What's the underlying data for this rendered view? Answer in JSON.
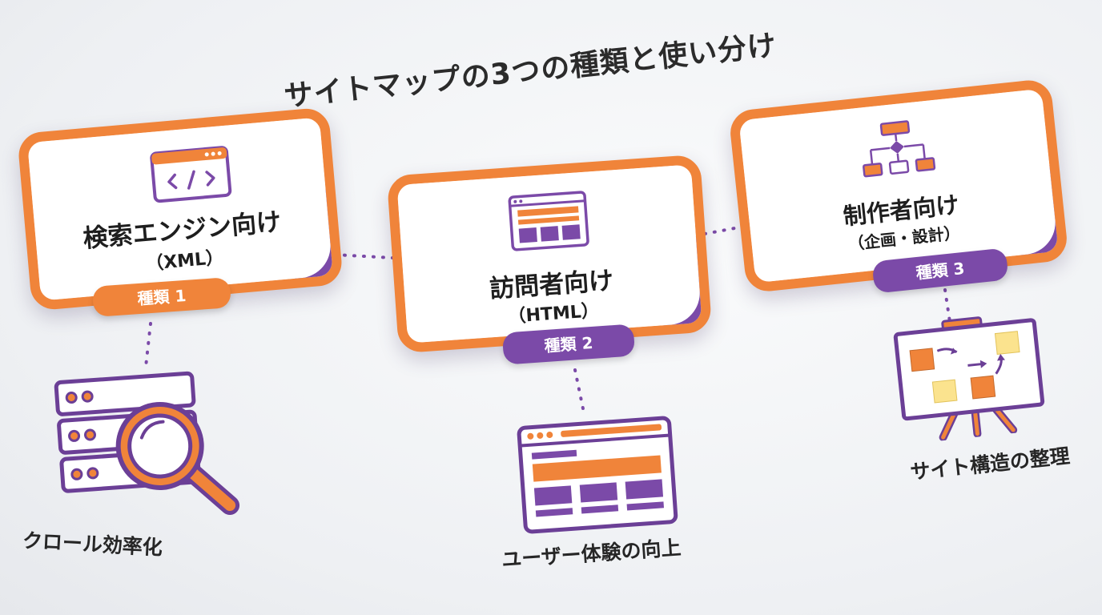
{
  "title": "サイトマップの3つの種類と使い分け",
  "colors": {
    "orange": "#f0843a",
    "purple": "#7b4aa8",
    "yellow": "#fbe38e",
    "text": "#1e1e1e"
  },
  "cards": [
    {
      "title": "検索エンジン向け",
      "subtitle": "（XML）",
      "badge": "種類 1",
      "icon": "code-window-icon",
      "caption": "クロール効率化",
      "caption_icon": "server-magnifier-icon"
    },
    {
      "title": "訪問者向け",
      "subtitle": "（HTML）",
      "badge": "種類 2",
      "icon": "webpage-layout-icon",
      "caption": "ユーザー体験の向上",
      "caption_icon": "browser-window-icon"
    },
    {
      "title": "制作者向け",
      "subtitle": "（企画・設計）",
      "badge": "種類 3",
      "icon": "flowchart-icon",
      "caption": "サイト構造の整理",
      "caption_icon": "whiteboard-icon"
    }
  ]
}
